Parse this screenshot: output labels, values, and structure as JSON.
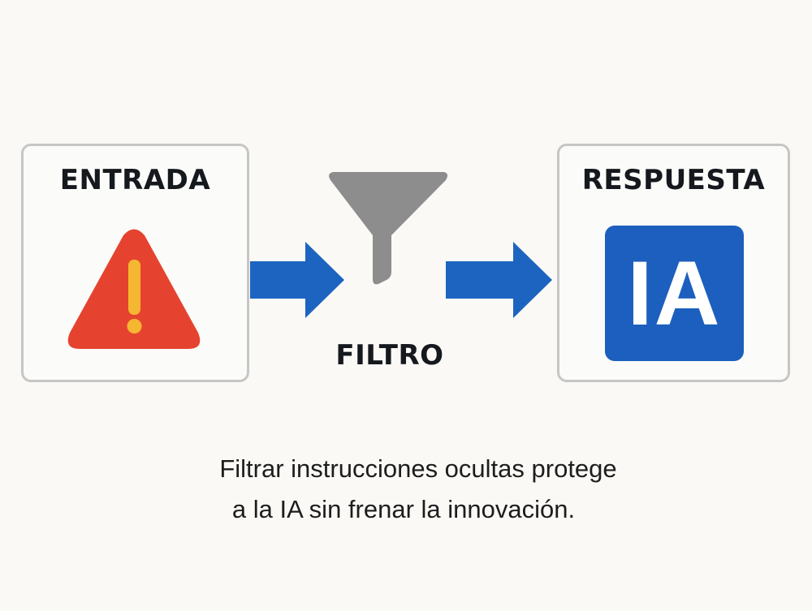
{
  "input_box": {
    "title": "ENTRADA",
    "icon": "warning-triangle-icon"
  },
  "filter": {
    "label": "FILTRO",
    "icon": "funnel-icon"
  },
  "response_box": {
    "title": "RESPUESTA",
    "badge": "IA"
  },
  "caption": {
    "line1": "Filtrar instrucciones ocultas protege",
    "line2": "a la IA sin frenar la innovación."
  },
  "colors": {
    "arrow": "#1d64c0",
    "warning": "#e5432f",
    "exclamation": "#f5b731",
    "funnel": "#8d8d8d",
    "ia_badge": "#1c5fbe"
  }
}
